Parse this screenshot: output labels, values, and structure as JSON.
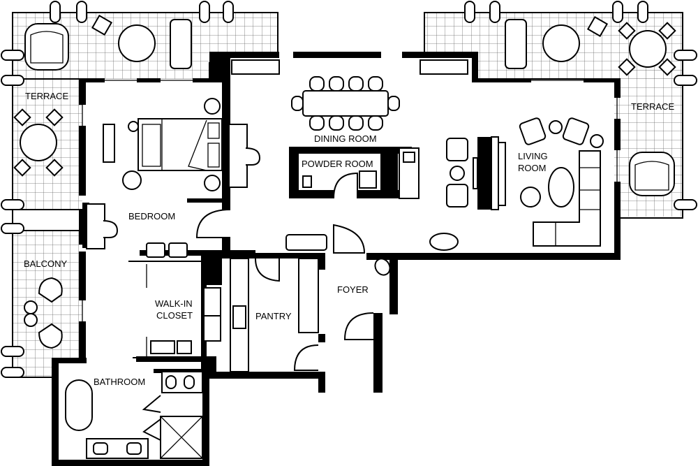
{
  "rooms": {
    "terrace_left": "TERRACE",
    "terrace_right": "TERRACE",
    "bedroom": "BEDROOM",
    "balcony": "BALCONY",
    "walkin_1": "WALK-IN",
    "walkin_2": "CLOSET",
    "bathroom": "BATHROOM",
    "pantry": "PANTRY",
    "foyer": "FOYER",
    "dining": "DINING ROOM",
    "powder": "POWDER ROOM",
    "living_1": "LIVING",
    "living_2": "ROOM"
  },
  "colors": {
    "wall": "#000000",
    "floor": "#ffffff",
    "tile_grid": "#666666"
  }
}
